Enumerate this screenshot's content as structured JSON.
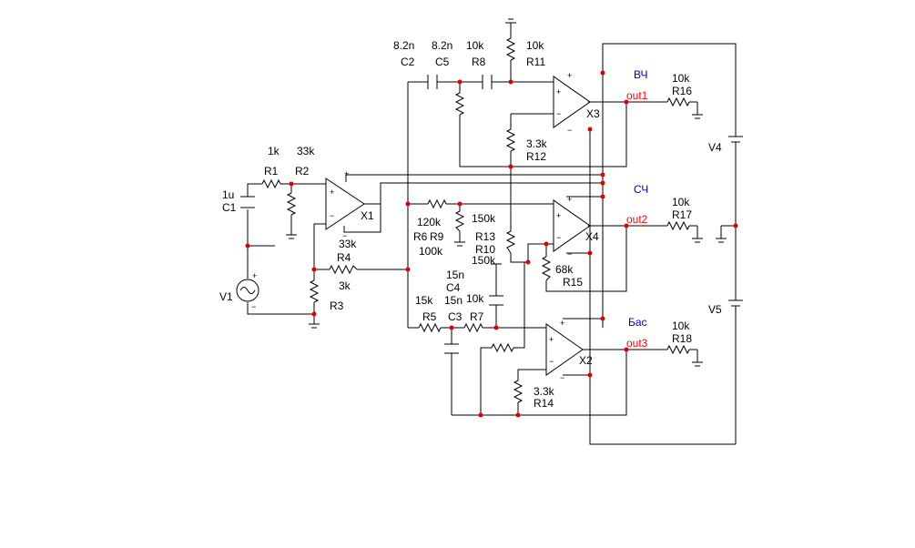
{
  "components": {
    "C1": {
      "ref": "C1",
      "value": "1u"
    },
    "R1": {
      "ref": "R1",
      "value": "1k"
    },
    "R2": {
      "ref": "R2",
      "value": "33k"
    },
    "R3": {
      "ref": "R3",
      "value": "3k"
    },
    "R4": {
      "ref": "R4",
      "value": "33k"
    },
    "C2": {
      "ref": "C2",
      "value": "8.2n"
    },
    "C5": {
      "ref": "C5",
      "value": "8.2n"
    },
    "R8": {
      "ref": "R8",
      "value": "10k"
    },
    "R11": {
      "ref": "R11",
      "value": "10k"
    },
    "R12": {
      "ref": "R12",
      "value": "3.3k"
    },
    "R16": {
      "ref": "R16",
      "value": "10k"
    },
    "R6": {
      "ref": "R6",
      "value": "120k"
    },
    "R9": {
      "ref": "R9",
      "value": "100k"
    },
    "R13": {
      "ref": "R13",
      "value": "150k"
    },
    "R10": {
      "ref": "R10",
      "value": "150k"
    },
    "R15": {
      "ref": "R15",
      "value": "68k"
    },
    "R17": {
      "ref": "R17",
      "value": "10k"
    },
    "C4": {
      "ref": "C4",
      "value": "15n"
    },
    "R5": {
      "ref": "R5",
      "value": "15k"
    },
    "C3": {
      "ref": "C3",
      "value": "15n"
    },
    "R7": {
      "ref": "R7",
      "value": "10k"
    },
    "R14": {
      "ref": "R14",
      "value": "3.3k"
    },
    "R18": {
      "ref": "R18",
      "value": "10k"
    }
  },
  "opamps": {
    "X1": "X1",
    "X2": "X2",
    "X3": "X3",
    "X4": "X4"
  },
  "sources": {
    "V1": "V1",
    "V4": "V4",
    "V5": "V5"
  },
  "outputs": {
    "out1": "out1",
    "out2": "out2",
    "out3": "out3"
  },
  "bands": {
    "high": "ВЧ",
    "mid": "СЧ",
    "bass": "Бас"
  },
  "colors": {
    "wire": "#000000",
    "node": "#dd0000",
    "net_label": "#ff0000",
    "band_label": "#0000cc"
  }
}
